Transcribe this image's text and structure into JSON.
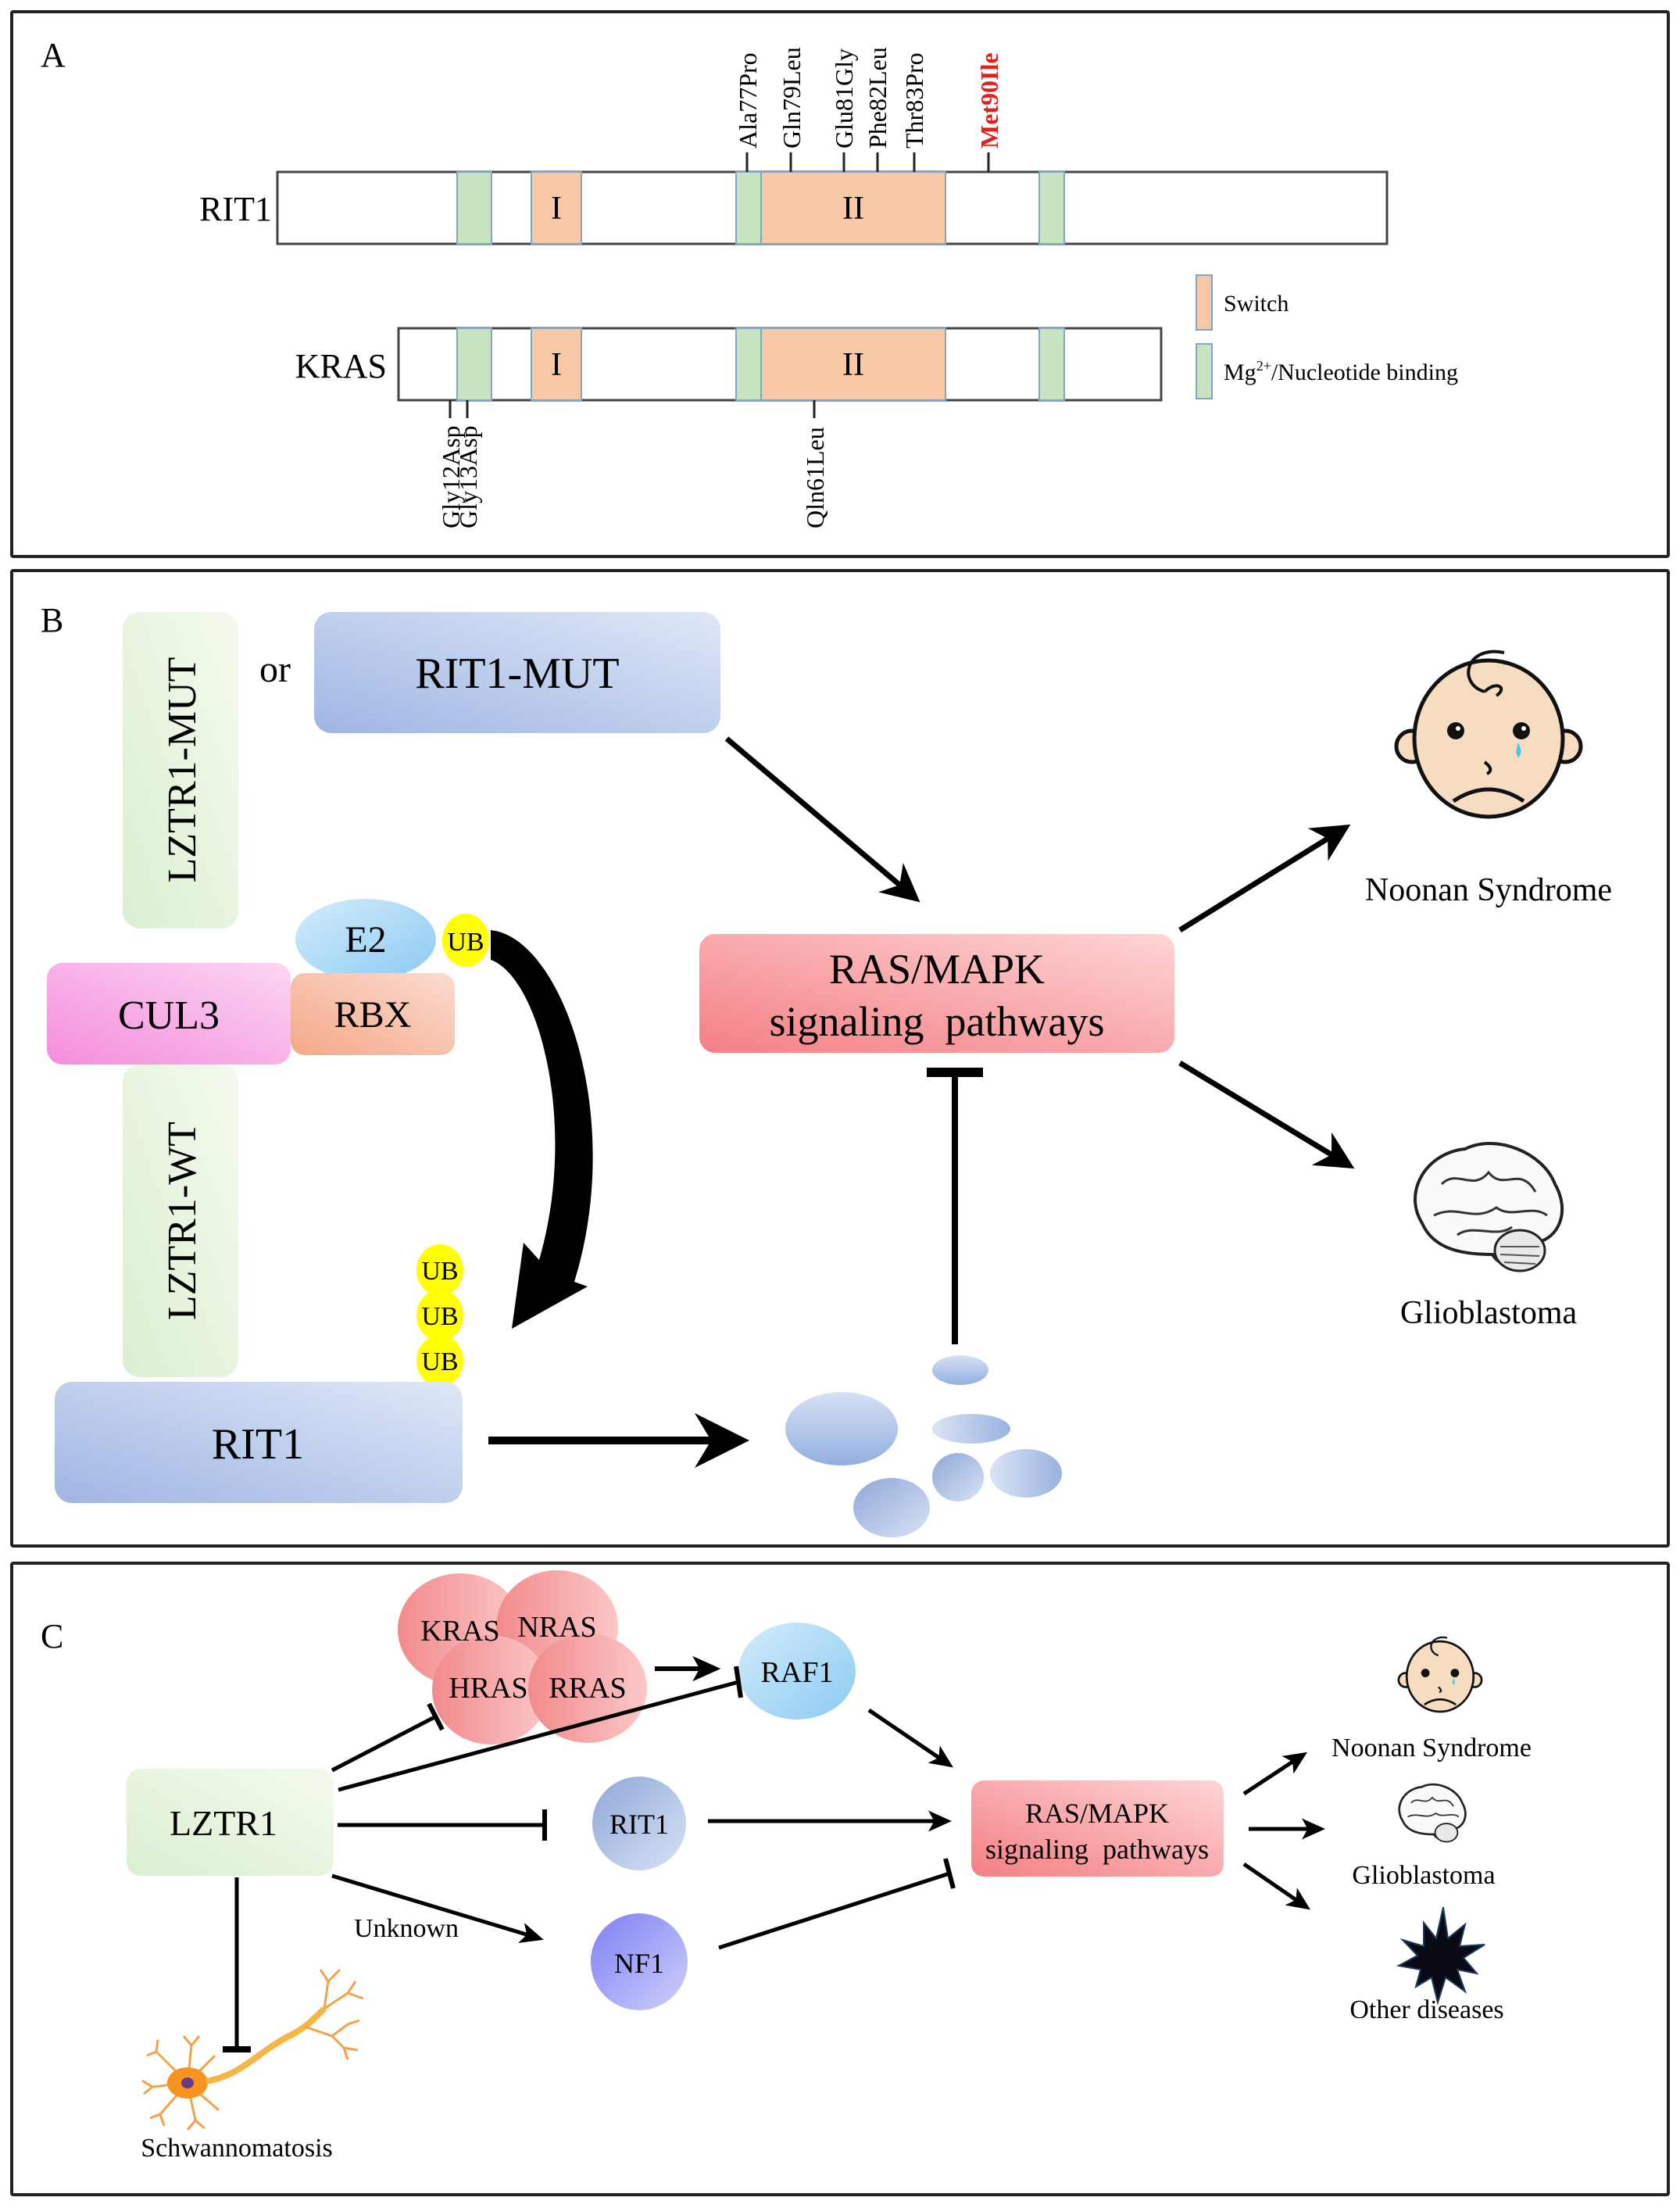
{
  "panels": {
    "a": {
      "label": "A",
      "proteins": [
        {
          "name": "RIT1"
        },
        {
          "name": "KRAS"
        }
      ],
      "domains": {
        "switch1": "I",
        "switch2": "II"
      },
      "rit1_mutations": [
        {
          "label": "Ala77Pro",
          "color": "#1a1a1a"
        },
        {
          "label": "Gln79Leu",
          "color": "#1a1a1a"
        },
        {
          "label": "Glu81Gly",
          "color": "#1a1a1a"
        },
        {
          "label": "Phe82Leu",
          "color": "#1a1a1a"
        },
        {
          "label": "Thr83Pro",
          "color": "#1a1a1a"
        },
        {
          "label": "Met90Ile",
          "color": "#e0201b"
        }
      ],
      "kras_mutations": [
        {
          "label": "Gly12Asp"
        },
        {
          "label": "Gly13Asp"
        },
        {
          "label": "Qln61Leu"
        }
      ],
      "legend": {
        "switch": {
          "label": "Switch",
          "color": "#f6c8a6"
        },
        "binding": {
          "label_pre": "Mg",
          "label_sup": "2+",
          "label_post": "/Nucleotide binding",
          "color": "#c8e3c0"
        }
      }
    },
    "b": {
      "label": "B",
      "nodes": {
        "lztr1_mut": "LZTR1-MUT",
        "or_text": "or",
        "rit1_mut": "RIT1-MUT",
        "e2": "E2",
        "ub": "UB",
        "cul3": "CUL3",
        "rbx": "RBX",
        "lztr1_wt": "LZTR1-WT",
        "rit1": "RIT1",
        "ras_mapk_line1": "RAS/MAPK",
        "ras_mapk_line2": "signaling  pathways"
      },
      "ub_chain": [
        "UB",
        "UB",
        "UB"
      ],
      "outcomes": [
        {
          "label": "Noonan Syndrome",
          "icon": "crying-baby-icon"
        },
        {
          "label": "Glioblastoma",
          "icon": "brain-icon"
        }
      ]
    },
    "c": {
      "label": "C",
      "ras_family": [
        "KRAS",
        "NRAS",
        "HRAS",
        "RRAS"
      ],
      "nodes": {
        "raf1": "RAF1",
        "lztr1": "LZTR1",
        "rit1": "RIT1",
        "nf1": "NF1",
        "ras_mapk_line1": "RAS/MAPK",
        "ras_mapk_line2": "signaling  pathways",
        "unknown": "Unknown",
        "schwannomatosis": "Schwannomatosis"
      },
      "outcomes": [
        {
          "label": "Noonan Syndrome",
          "icon": "crying-baby-icon"
        },
        {
          "label": "Glioblastoma",
          "icon": "brain-icon"
        },
        {
          "label": "Other diseases",
          "icon": "starburst-icon"
        }
      ]
    }
  },
  "colors": {
    "switch": "#f6c8a6",
    "binding": "#c8e3c0",
    "red_red_text": "#e0201b",
    "ub_yellow": "#ffff00",
    "lztr1_green": "#e6f4dc",
    "cul3_pink": "#f7a8e6",
    "rbx_salmon": "#f6b89c",
    "rit1_blue": "#a9bfe6",
    "e2_blue": "#a8d6f6",
    "ras_red": "#f59a9a",
    "nf1_purple": "#9a9af6"
  }
}
